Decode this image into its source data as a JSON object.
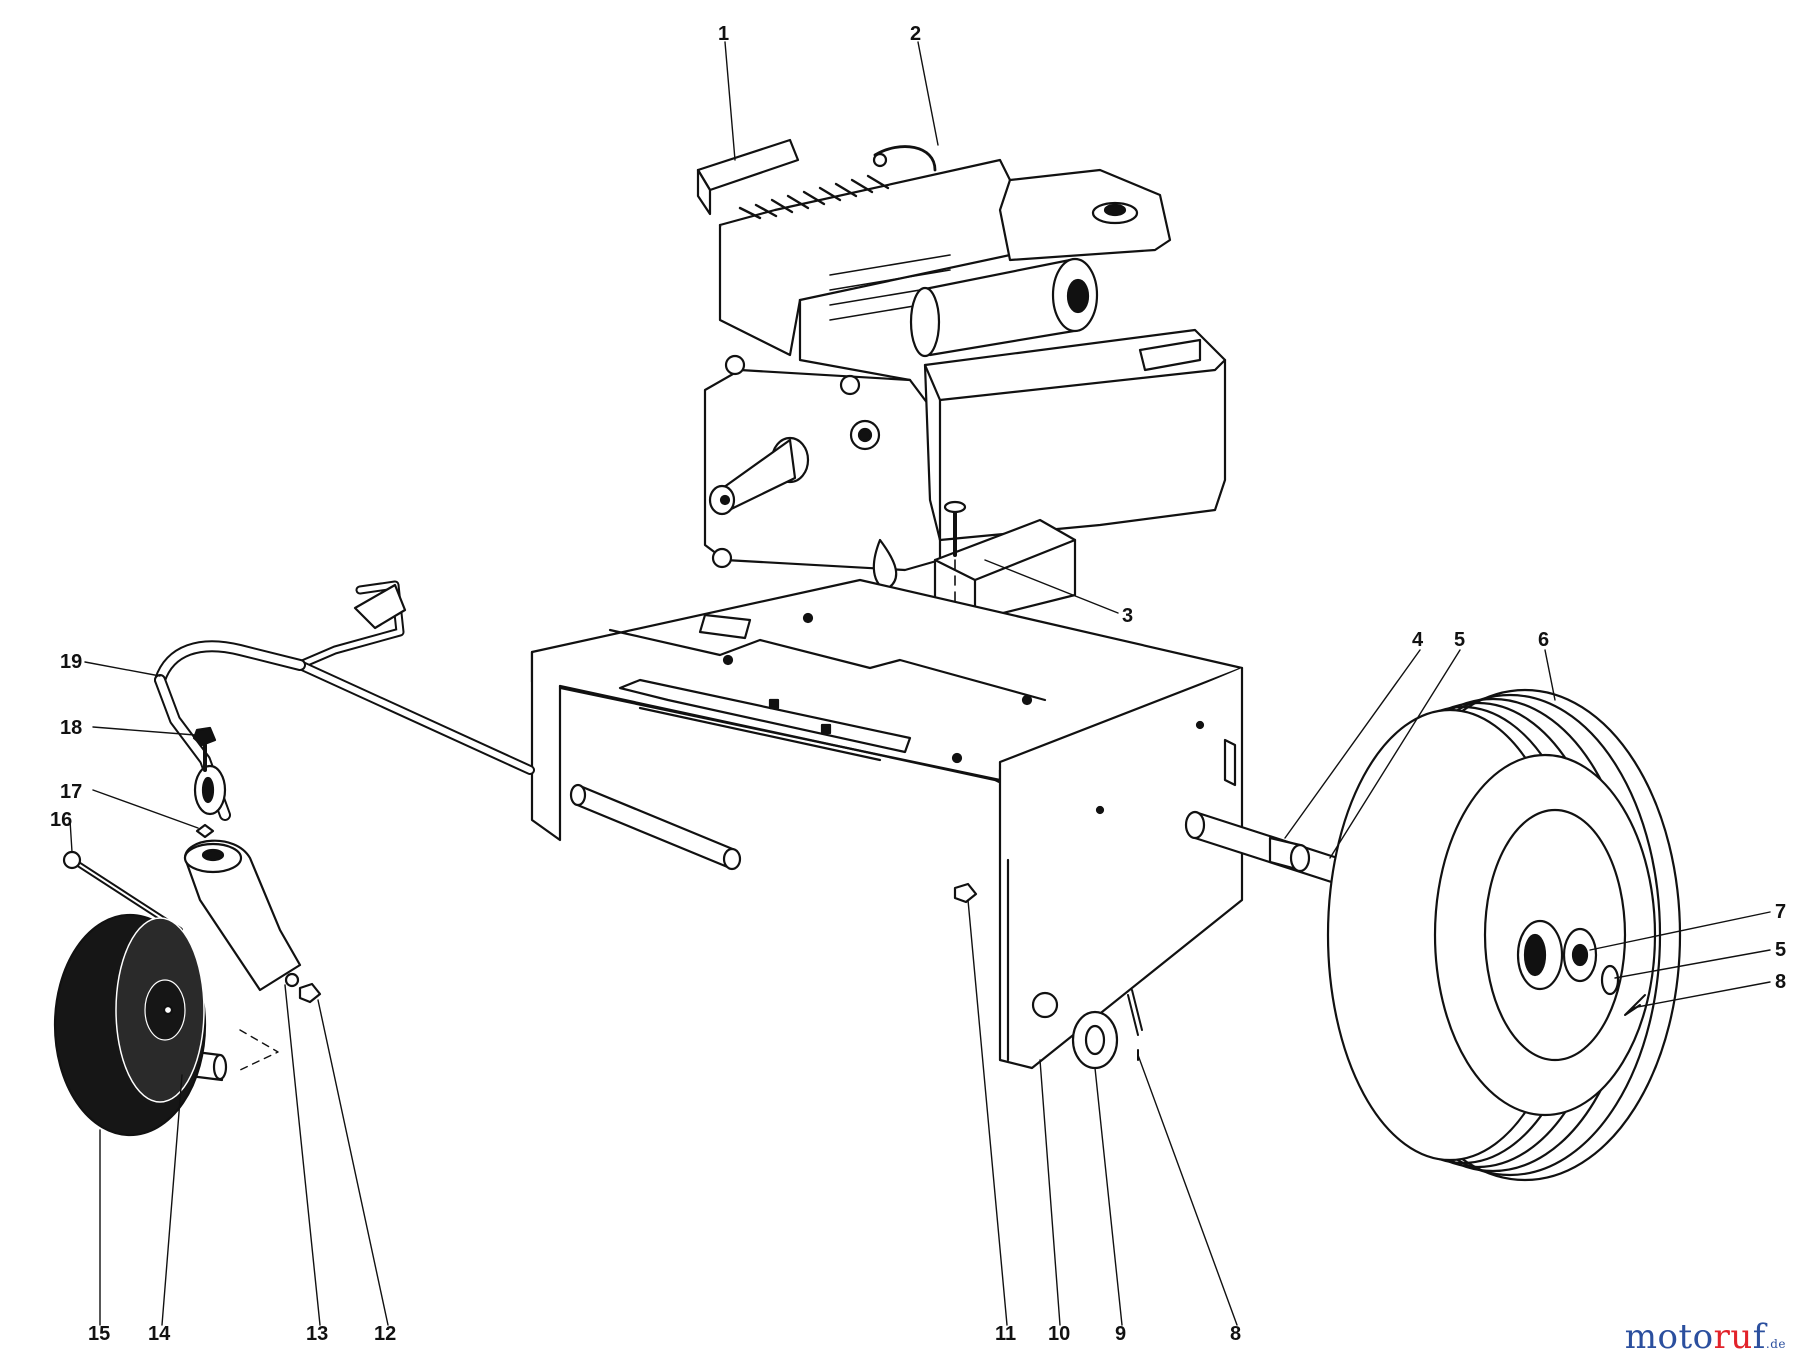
{
  "callouts": [
    "1",
    "2",
    "3",
    "4",
    "5",
    "6",
    "7",
    "5",
    "8",
    "8",
    "9",
    "10",
    "11",
    "12",
    "13",
    "14",
    "15",
    "16",
    "17",
    "18",
    "19"
  ],
  "watermark": {
    "part1": "moto",
    "part2": "ru",
    "part3": "f",
    "tld": ".de"
  },
  "colors": {
    "ink": "#111111",
    "paper": "#ffffff",
    "wheel_dark": "#161616",
    "brand_blue": "#2b4f9e",
    "brand_red": "#e2222a"
  }
}
